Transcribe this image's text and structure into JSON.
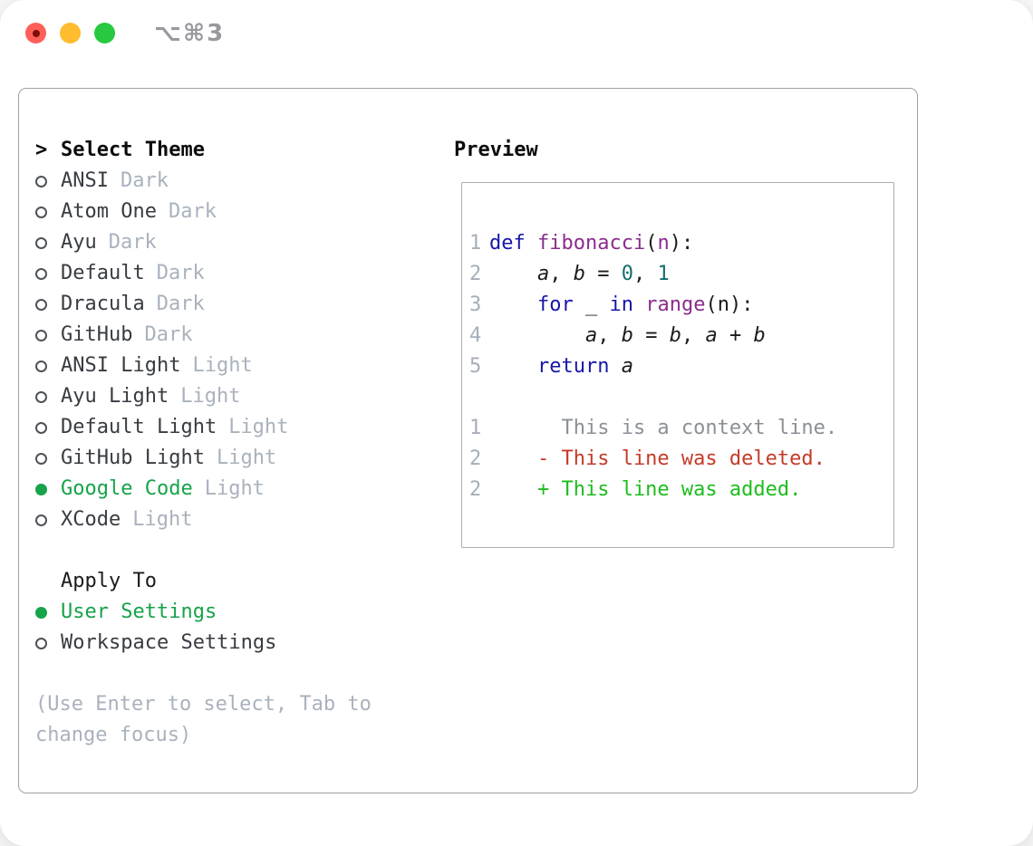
{
  "window": {
    "title": "⌥⌘3",
    "traffic_lights": {
      "close": "#ff5f57",
      "minimize": "#febc2e",
      "zoom": "#28c840"
    }
  },
  "colors": {
    "accent_green": "#16a34a",
    "keyword": "#1616a8",
    "function": "#8a2d8d",
    "literal": "#156e6e",
    "diff_context": "#8b9097",
    "diff_deleted": "#c53b28",
    "diff_added": "#1ebc1e",
    "line_number": "#a6aeb8",
    "muted_gray": "#a9b2bd"
  },
  "theme_panel": {
    "header_marker": ">",
    "header": "Select Theme",
    "themes": [
      {
        "name": "ANSI",
        "tag": "Dark",
        "selected": false
      },
      {
        "name": "Atom One",
        "tag": "Dark",
        "selected": false
      },
      {
        "name": "Ayu",
        "tag": "Dark",
        "selected": false
      },
      {
        "name": "Default",
        "tag": "Dark",
        "selected": false
      },
      {
        "name": "Dracula",
        "tag": "Dark",
        "selected": false
      },
      {
        "name": "GitHub",
        "tag": "Dark",
        "selected": false
      },
      {
        "name": "ANSI Light",
        "tag": "Light",
        "selected": false
      },
      {
        "name": "Ayu Light",
        "tag": "Light",
        "selected": false
      },
      {
        "name": "Default Light",
        "tag": "Light",
        "selected": false
      },
      {
        "name": "GitHub Light",
        "tag": "Light",
        "selected": false
      },
      {
        "name": "Google Code",
        "tag": "Light",
        "selected": true
      },
      {
        "name": "XCode",
        "tag": "Light",
        "selected": false
      }
    ],
    "apply_to": {
      "header": "Apply To",
      "options": [
        {
          "name": "User Settings",
          "selected": true
        },
        {
          "name": "Workspace Settings",
          "selected": false
        }
      ]
    },
    "help_lines": [
      "(Use Enter to select, Tab to",
      "change focus)"
    ]
  },
  "preview": {
    "title": "Preview",
    "code_lines": [
      {
        "num": "1",
        "segments": [
          {
            "t": "def",
            "c": "kw"
          },
          {
            "t": " "
          },
          {
            "t": "fibonacci",
            "c": "fn"
          },
          {
            "t": "("
          },
          {
            "t": "n",
            "c": "param"
          },
          {
            "t": "):"
          }
        ]
      },
      {
        "num": "2",
        "segments": [
          {
            "t": "    "
          },
          {
            "t": "a",
            "c": "var"
          },
          {
            "t": ", "
          },
          {
            "t": "b",
            "c": "var"
          },
          {
            "t": " = "
          },
          {
            "t": "0",
            "c": "lit"
          },
          {
            "t": ", "
          },
          {
            "t": "1",
            "c": "lit"
          }
        ]
      },
      {
        "num": "3",
        "segments": [
          {
            "t": "    "
          },
          {
            "t": "for",
            "c": "kw"
          },
          {
            "t": " _ "
          },
          {
            "t": "in",
            "c": "kw"
          },
          {
            "t": " "
          },
          {
            "t": "range",
            "c": "fn"
          },
          {
            "t": "(n):"
          }
        ]
      },
      {
        "num": "4",
        "segments": [
          {
            "t": "        "
          },
          {
            "t": "a",
            "c": "var"
          },
          {
            "t": ", "
          },
          {
            "t": "b",
            "c": "var"
          },
          {
            "t": " = "
          },
          {
            "t": "b",
            "c": "var"
          },
          {
            "t": ", "
          },
          {
            "t": "a",
            "c": "var"
          },
          {
            "t": " + "
          },
          {
            "t": "b",
            "c": "var"
          }
        ]
      },
      {
        "num": "5",
        "segments": [
          {
            "t": "    "
          },
          {
            "t": "return",
            "c": "kw"
          },
          {
            "t": " "
          },
          {
            "t": "a",
            "c": "var"
          }
        ]
      }
    ],
    "diff_lines": [
      {
        "num": "1",
        "kind": "context",
        "text": "      This is a context line."
      },
      {
        "num": "2",
        "kind": "deleted",
        "text": "    - This line was deleted."
      },
      {
        "num": "2",
        "kind": "added",
        "text": "    + This line was added."
      }
    ]
  }
}
